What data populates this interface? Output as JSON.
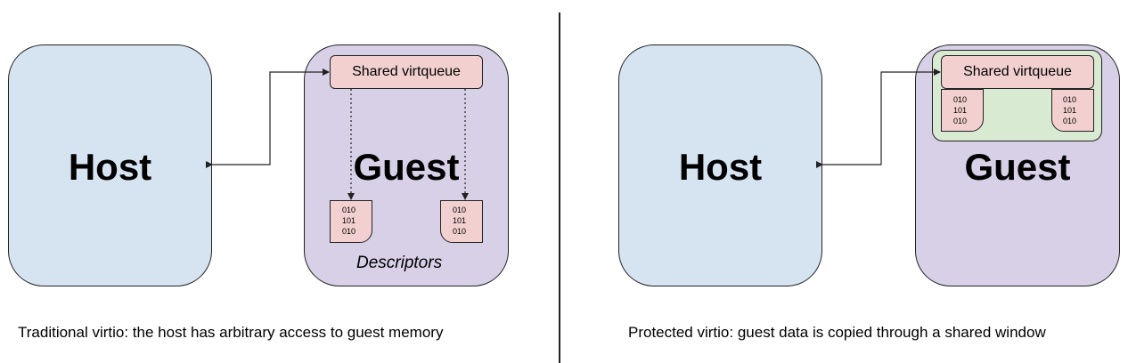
{
  "left": {
    "host_label": "Host",
    "guest_label": "Guest",
    "queue_label": "Shared virtqueue",
    "descriptors_label": "Descriptors",
    "descriptor_bits": [
      "010",
      "101",
      "010"
    ],
    "caption": "Traditional virtio: the host has arbitrary access to guest memory"
  },
  "right": {
    "host_label": "Host",
    "guest_label": "Guest",
    "queue_label": "Shared virtqueue",
    "descriptor_bits": [
      "010",
      "101",
      "010"
    ],
    "caption": "Protected virtio: guest data is copied through a shared window"
  },
  "colors": {
    "host": "#d6e4f2",
    "guest": "#d7d0e6",
    "queue": "#f2d0d0",
    "shared_window": "#d9ead3"
  }
}
